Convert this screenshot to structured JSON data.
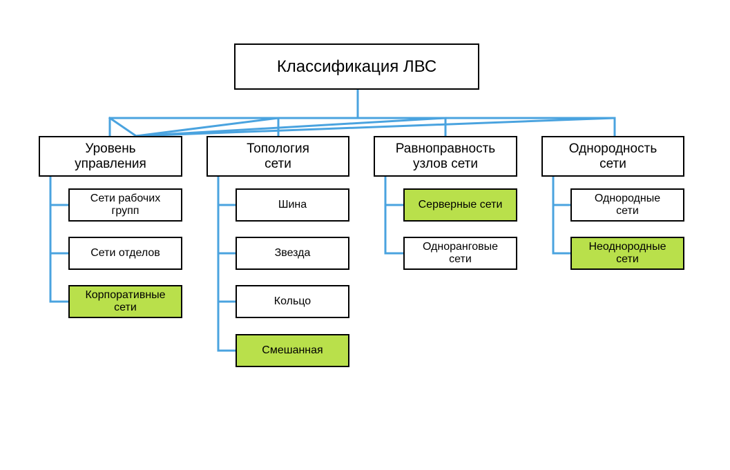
{
  "colors": {
    "connector": "#4aa3df",
    "highlight": "#b9e04b",
    "border": "#000000"
  },
  "root": {
    "label": "Классификация ЛВС"
  },
  "categories": [
    {
      "label": "Уровень\nуправления",
      "children": [
        {
          "label": "Сети рабочих\nгрупп",
          "highlighted": false
        },
        {
          "label": "Сети отделов",
          "highlighted": false
        },
        {
          "label": "Корпоративные\nсети",
          "highlighted": true
        }
      ]
    },
    {
      "label": "Топология\nсети",
      "children": [
        {
          "label": "Шина",
          "highlighted": false
        },
        {
          "label": "Звезда",
          "highlighted": false
        },
        {
          "label": "Кольцо",
          "highlighted": false
        },
        {
          "label": "Смешанная",
          "highlighted": true
        }
      ]
    },
    {
      "label": "Равноправность\nузлов сети",
      "children": [
        {
          "label": "Серверные сети",
          "highlighted": true
        },
        {
          "label": "Одноранговые\nсети",
          "highlighted": false
        }
      ]
    },
    {
      "label": "Однородность\nсети",
      "children": [
        {
          "label": "Однородные\nсети",
          "highlighted": false
        },
        {
          "label": "Неоднородные\nсети",
          "highlighted": true
        }
      ]
    }
  ]
}
